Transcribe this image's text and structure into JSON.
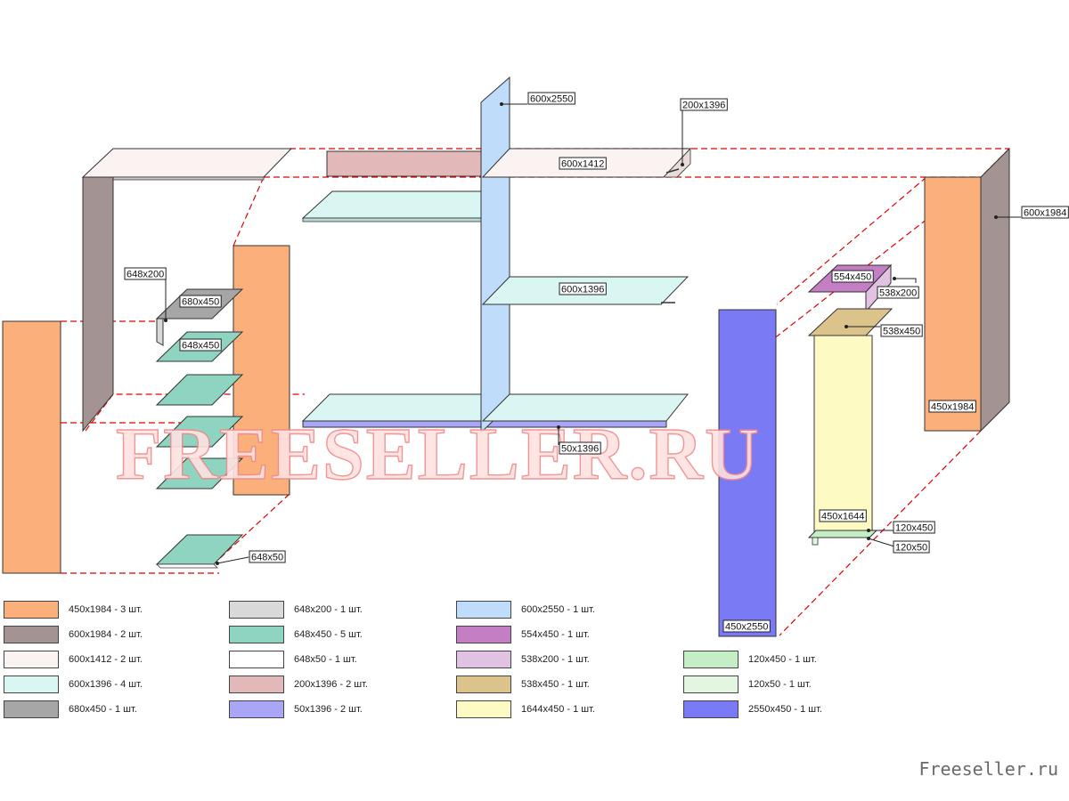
{
  "diagram": {
    "watermark": "FREESELLER.RU",
    "labels": {
      "p600x2550": "600x2550",
      "p200x1396": "200x1396",
      "p600x1412": "600x1412",
      "p600x1984": "600x1984",
      "p648x200": "648x200",
      "p680x450": "680x450",
      "p648x450": "648x450",
      "p600x1396": "600x1396",
      "p554x450": "554x450",
      "p538x200": "538x200",
      "p538x450": "538x450",
      "p450x1984": "450x1984",
      "p50x1396": "50x1396",
      "p450x1644": "450x1644",
      "p120x450": "120x450",
      "p120x50": "120x50",
      "p648x50": "648x50",
      "p2550x450": "450x2550"
    }
  },
  "legend": {
    "items": [
      {
        "label": "450x1984 - 3 шт.",
        "color": "#fbb07c"
      },
      {
        "label": "600x1984 - 2 шт.",
        "color": "#a39493"
      },
      {
        "label": "600x1412 - 2 шт.",
        "color": "#fbf3f2"
      },
      {
        "label": "600x1396 - 4 шт.",
        "color": "#d9f6f2"
      },
      {
        "label": "680x450 - 1 шт.",
        "color": "#a6a6a6"
      },
      {
        "label": "648x200 - 1 шт.",
        "color": "#d9d9d9"
      },
      {
        "label": "648x450 - 5 шт.",
        "color": "#8fd3c1"
      },
      {
        "label": "648x50 - 1 шт.",
        "color": "#ffffff"
      },
      {
        "label": "200x1396 - 2 шт.",
        "color": "#e2b8b8"
      },
      {
        "label": "50x1396 - 2 шт.",
        "color": "#a9a6f7"
      },
      {
        "label": "600x2550 - 1 шт.",
        "color": "#bfdcfb"
      },
      {
        "label": "554x450 - 1 шт.",
        "color": "#c47fc4"
      },
      {
        "label": "538x200 - 1 шт.",
        "color": "#e2c2e2"
      },
      {
        "label": "538x450 - 1 шт.",
        "color": "#dcc38c"
      },
      {
        "label": "1644x450 - 1 шт.",
        "color": "#fdfbc3"
      },
      {
        "label": "120x450 - 1 шт.",
        "color": "#c6eec6"
      },
      {
        "label": "120x50 - 1 шт.",
        "color": "#e2f6e2"
      },
      {
        "label": "2550x450 - 1 шт.",
        "color": "#7a7af5"
      }
    ]
  },
  "footer": {
    "site": "Freeseller.ru"
  }
}
